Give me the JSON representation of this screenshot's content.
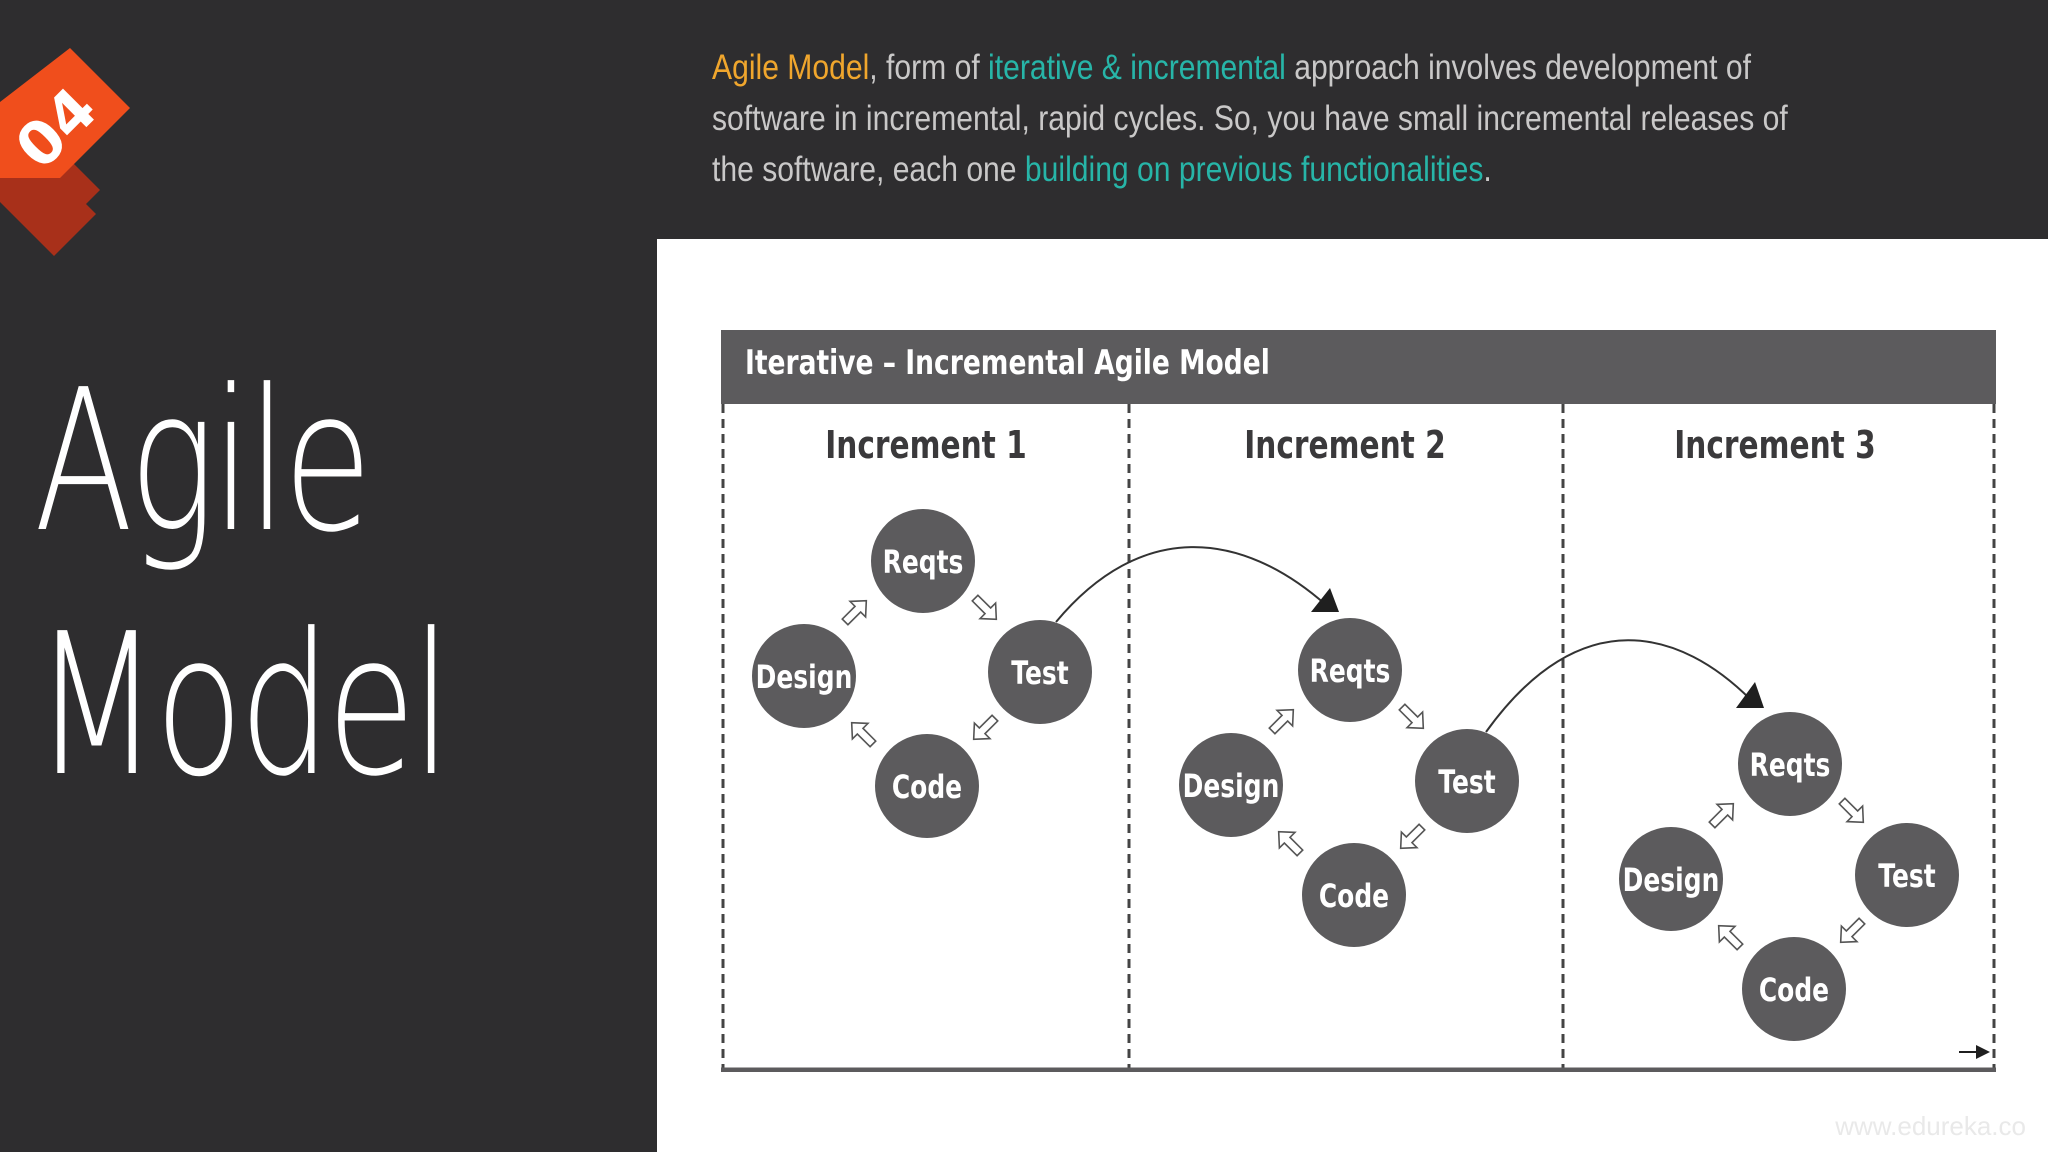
{
  "badge": {
    "number": "04"
  },
  "title": {
    "line1": "Agile",
    "line2": "Model"
  },
  "description": {
    "part1": "Agile Model",
    "part2": ", form of ",
    "part3": "iterative & incremental",
    "part4": " approach involves development of software in incremental, rapid cycles. So, you have small incremental releases of the software, each one ",
    "part5": "building on previous functionalities",
    "part6": "."
  },
  "diagram": {
    "header": "Iterative – Incremental Agile Model",
    "increments": [
      {
        "label": "Increment 1",
        "nodes": [
          "Reqts",
          "Test",
          "Code",
          "Design"
        ]
      },
      {
        "label": "Increment 2",
        "nodes": [
          "Reqts",
          "Test",
          "Code",
          "Design"
        ]
      },
      {
        "label": "Increment 3",
        "nodes": [
          "Reqts",
          "Test",
          "Code",
          "Design"
        ]
      }
    ]
  },
  "colors": {
    "background": "#2e2d2f",
    "accent_orange": "#f0a62d",
    "accent_teal": "#27b5a8",
    "badge_orange": "#f04e1c",
    "badge_dark": "#a8301a",
    "node_fill": "#5c5b5d"
  },
  "watermark": "www.edureka.co"
}
